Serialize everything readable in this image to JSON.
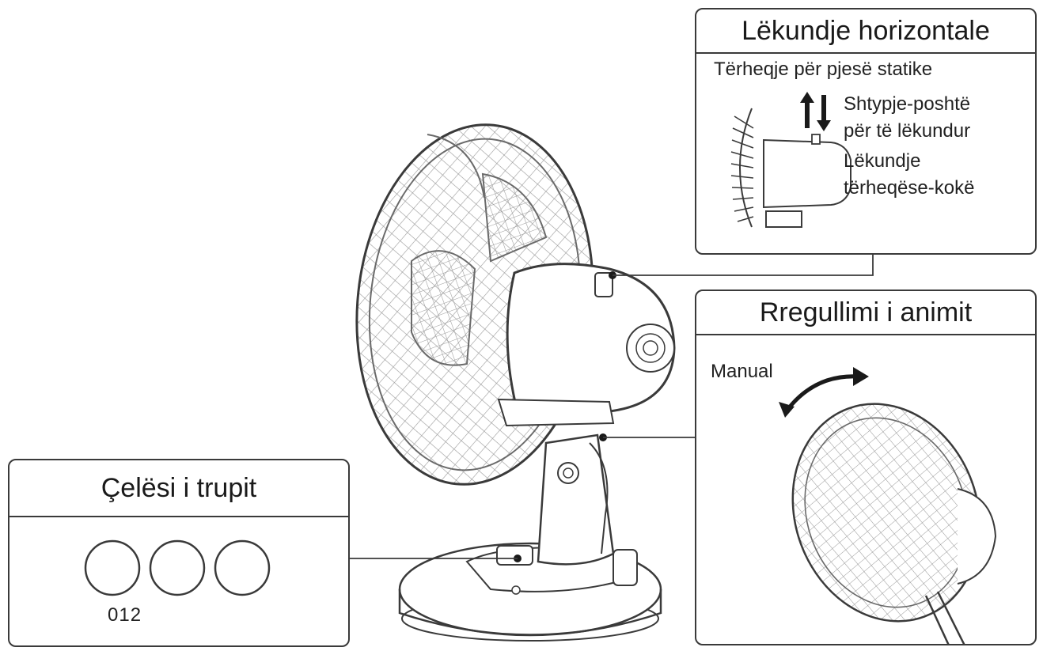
{
  "oscillation": {
    "title": "Lëkundje horizontale",
    "pull_label": "Tërheqje për pjesë statike",
    "push_label_line1": "Shtypje-poshtë",
    "push_label_line2": "për të lëkundur",
    "knob_label_line1": "Lëkundje",
    "knob_label_line2": "tërheqëse-kokë"
  },
  "tilt": {
    "title": "Rregullimi i animit",
    "mode_label": "Manual"
  },
  "body_switch": {
    "title": "Çelësi i trupit",
    "positions_label": "012"
  },
  "colors": {
    "line": "#3a3a3a",
    "mesh": "#8a8a8a",
    "fill": "#ffffff"
  }
}
